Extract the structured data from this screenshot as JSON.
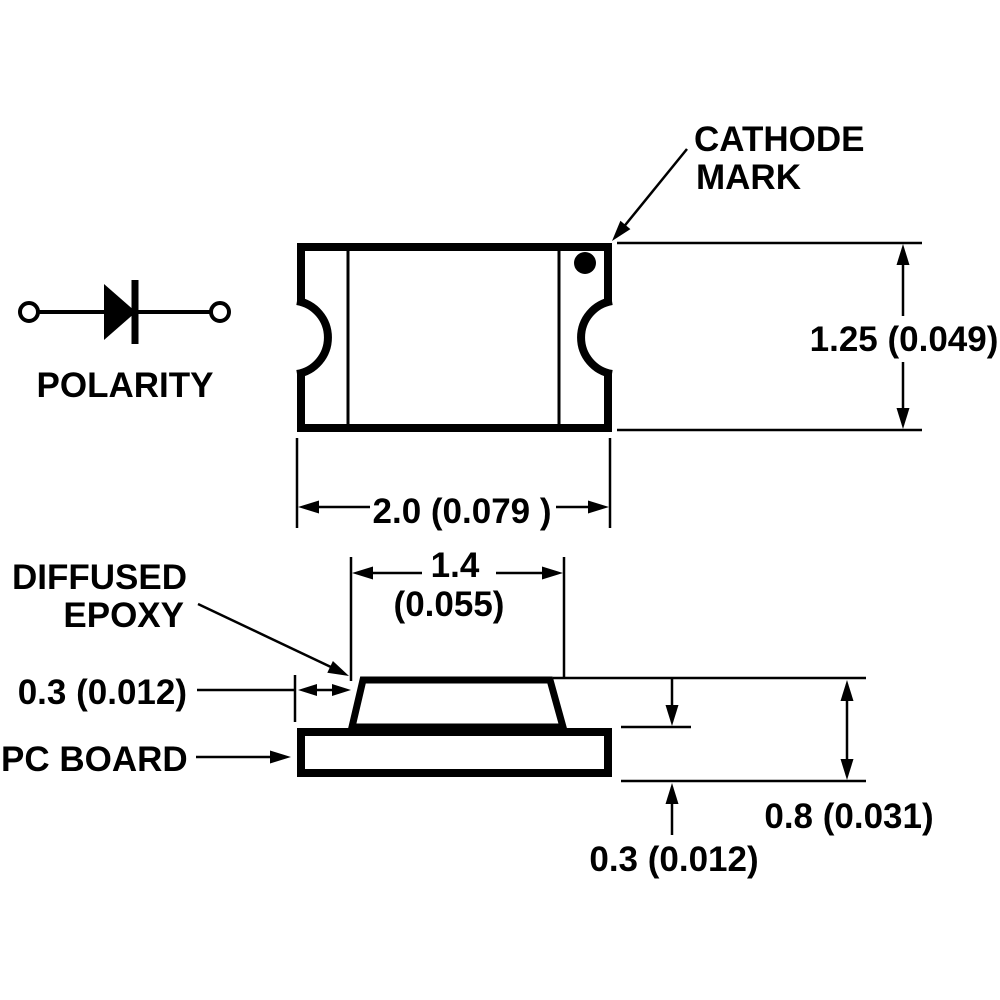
{
  "polarity": {
    "label": "POLARITY"
  },
  "top_view": {
    "cathode_mark": {
      "line1": "CATHODE",
      "line2": "MARK"
    },
    "dim_width": "2.0 (0.079 )",
    "dim_height": "1.25 (0.049)"
  },
  "side_view": {
    "epoxy_label": {
      "line1": "DIFFUSED",
      "line2": "EPOXY"
    },
    "pc_board_label": "PC BOARD",
    "dim_epoxy_width_mm": "1.4",
    "dim_epoxy_width_in": "(0.055)",
    "dim_edge_offset": "0.3 (0.012)",
    "dim_total_height": "0.8 (0.031)",
    "dim_board_thickness": "0.3 (0.012)"
  },
  "colors": {
    "ink": "#000000",
    "background": "#ffffff"
  }
}
